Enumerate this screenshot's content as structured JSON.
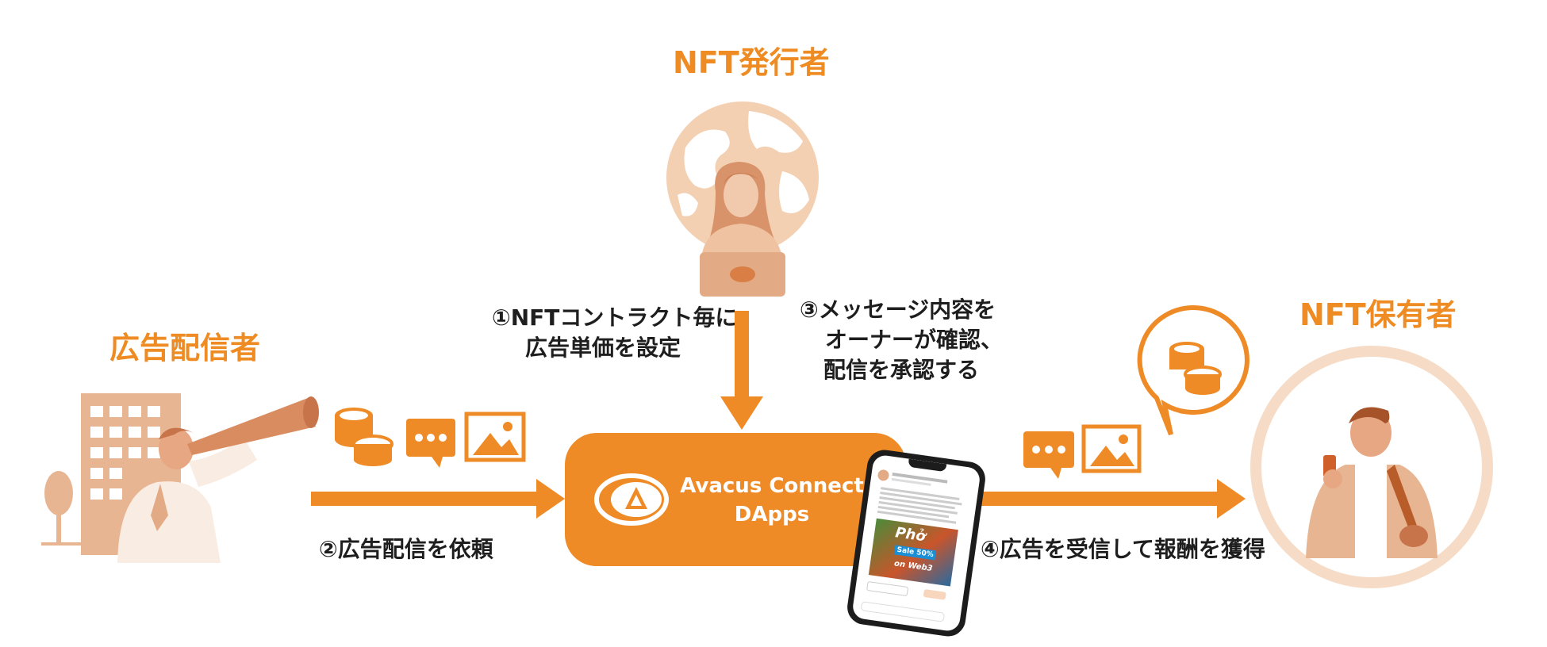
{
  "actors": {
    "issuer": "NFT発行者",
    "advertiser": "広告配信者",
    "holder": "NFT保有者"
  },
  "steps": {
    "step1": [
      "①NFTコントラクト毎に",
      "広告単価を設定"
    ],
    "step2": "②広告配信を依頼",
    "step3": [
      "③メッセージ内容を",
      "オーナーが確認、",
      "配信を承認する"
    ],
    "step4": "④広告を受信して報酬を獲得"
  },
  "hub": {
    "line1": "Avacus Connect",
    "line2": "DApps"
  },
  "phone": {
    "promo_word": "Phở",
    "sale_text": "Sale 50%",
    "tag_text": "on Web3"
  },
  "colors": {
    "accent": "#ef8b26",
    "accent_dark": "#d9731a",
    "light_peach": "#f4d0b3",
    "mid_peach": "#e8b593",
    "text": "#1e1e1e"
  },
  "icons": [
    "coins-icon",
    "chat-bubble-icon",
    "image-icon",
    "globe-icon",
    "laptop-icon",
    "building-icon",
    "telescope-icon",
    "smartphone-icon",
    "speech-bubble-icon",
    "avacus-logo-icon",
    "arrow-right-icon",
    "arrow-down-icon"
  ]
}
